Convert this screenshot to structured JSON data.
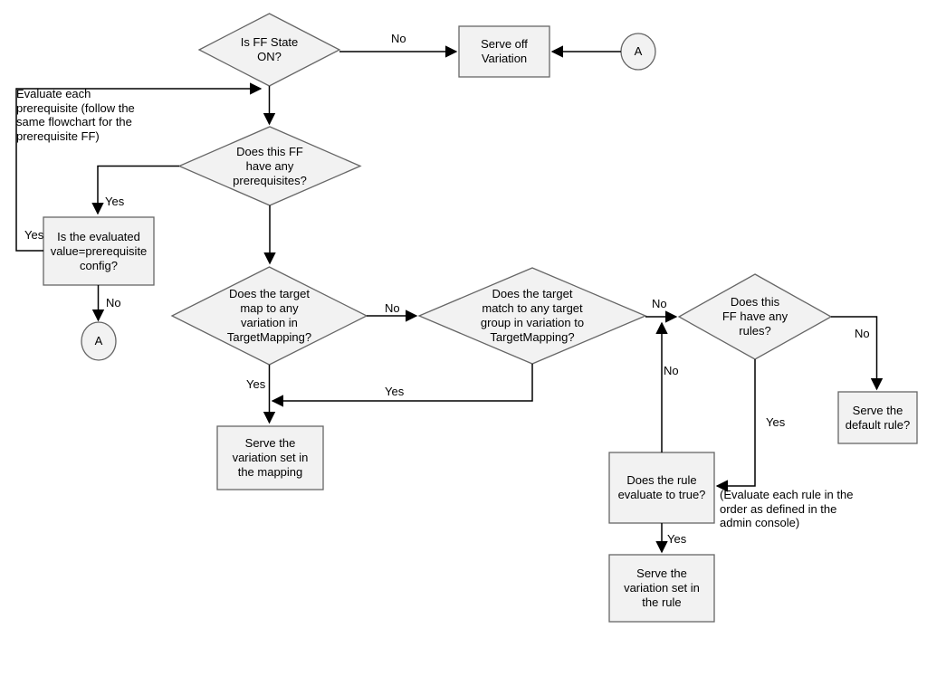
{
  "diagram": {
    "type": "flowchart",
    "topic": "Feature flag (FF) evaluation flow"
  },
  "colors": {
    "background": "#ffffff",
    "shape_fill": "#f2f2f2",
    "shape_stroke": "#666666",
    "connector": "#000000",
    "text": "#000000"
  },
  "nodes": {
    "ff_state": {
      "type": "decision",
      "label": "Is FF State\nON?"
    },
    "serve_off": {
      "type": "process",
      "label": "Serve off\nVariation"
    },
    "connector_a_top": {
      "type": "connector",
      "label": "A"
    },
    "prereq_note": {
      "type": "note",
      "label": "Evaluate each\nprerequisite (follow the\nsame flowchart for the\nprerequisite FF)"
    },
    "has_prereqs": {
      "type": "decision",
      "label": "Does this FF\nhave any\nprerequisites?"
    },
    "evaluated_value": {
      "type": "process",
      "label": "Is the evaluated\nvalue=prerequisite\nconfig?"
    },
    "connector_a_bottom": {
      "type": "connector",
      "label": "A"
    },
    "target_map": {
      "type": "decision",
      "label": "Does the target\nmap to any\nvariation in\nTargetMapping?"
    },
    "target_match": {
      "type": "decision",
      "label": "Does the target\nmatch to any target\ngroup in variation to\nTargetMapping?"
    },
    "has_rules": {
      "type": "decision",
      "label": "Does this\nFF have any\nrules?"
    },
    "serve_default": {
      "type": "process",
      "label": "Serve the\ndefault rule?"
    },
    "rule_evaluate": {
      "type": "process",
      "label": "Does the rule\nevaluate to true?"
    },
    "rule_note": {
      "type": "note",
      "label": "(Evaluate each rule in the\norder as defined in the\nadmin console)"
    },
    "serve_rule": {
      "type": "process",
      "label": "Serve the\nvariation set in\nthe rule"
    },
    "serve_mapping": {
      "type": "process",
      "label": "Serve the\nvariation set in\nthe mapping"
    }
  },
  "edge_labels": {
    "ff_state_no": "No",
    "prereq_return_yes": "Yes",
    "has_prereqs_yes": "Yes",
    "evaluated_no": "No",
    "target_map_no": "No",
    "target_match_no": "No",
    "has_rules_no": "No",
    "has_rules_yes": "Yes",
    "rule_evaluate_no": "No",
    "rule_evaluate_yes": "Yes",
    "target_match_yes": "Yes",
    "target_map_yes": "Yes"
  }
}
